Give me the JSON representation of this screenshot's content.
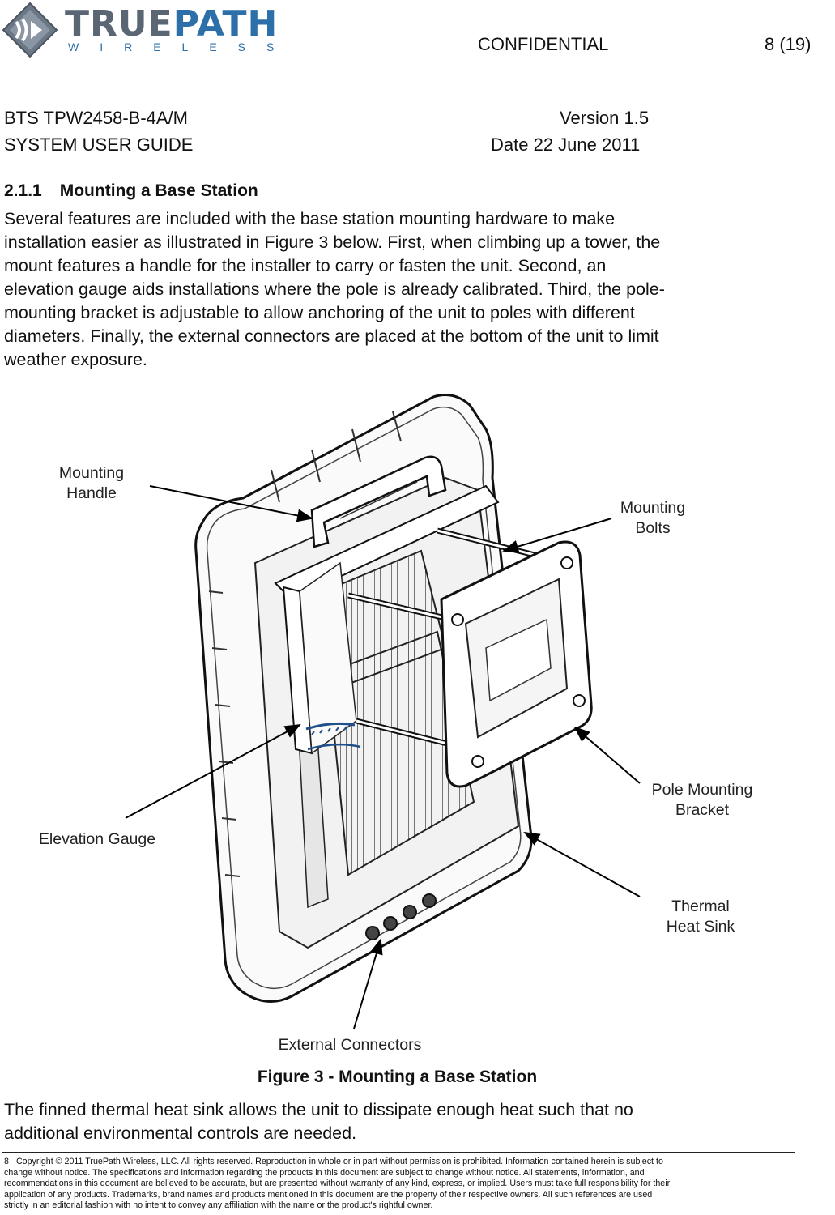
{
  "header": {
    "logo": {
      "main_a": "TRUE",
      "main_b": "PATH",
      "sub": "WIRELESS"
    },
    "confidential": "CONFIDENTIAL",
    "page": "8 (19)",
    "doc_id": "BTS TPW2458-B-4A/M",
    "doc_type": "SYSTEM USER GUIDE",
    "version": "Version 1.5",
    "date": "Date 22 June 2011"
  },
  "section": {
    "number": "2.1.1",
    "title": "Mounting a Base Station",
    "paragraph_lines": [
      "Several features are included with the base station mounting hardware to make",
      "installation easier as illustrated in Figure 3 below.  First, when climbing up a tower, the",
      "mount features a handle for the installer to carry or fasten the unit.  Second, an",
      "elevation gauge aids installations where the pole is already calibrated.  Third, the pole-",
      "mounting bracket is adjustable to allow anchoring of the unit to poles with different",
      "diameters.  Finally, the external connectors are placed at the bottom of the unit to limit",
      "weather exposure."
    ]
  },
  "figure": {
    "labels": {
      "mounting_handle": [
        "Mounting",
        "Handle"
      ],
      "mounting_bolts": [
        "Mounting",
        "Bolts"
      ],
      "pole_bracket": [
        "Pole Mounting",
        "Bracket"
      ],
      "elevation_gauge": "Elevation Gauge",
      "thermal_heat_sink": [
        "Thermal",
        "Heat Sink"
      ],
      "external_connectors": "External Connectors"
    },
    "caption": "Figure 3 - Mounting a Base Station"
  },
  "closing_lines": [
    "The finned thermal heat sink allows the unit to dissipate enough heat such that no",
    "additional environmental controls are needed."
  ],
  "footer": {
    "page_number": "8",
    "lines": [
      "Copyright © 2011 TruePath Wireless, LLC. All rights reserved. Reproduction in whole or in part without permission is prohibited. Information contained herein is subject to",
      "change without notice. The specifications and information regarding the products in this document are subject to change without notice. All statements, information, and",
      "recommendations in this document are believed to be accurate, but are presented without warranty of any kind, express, or implied. Users must take full responsibility for their",
      "application of any products. Trademarks, brand names and products mentioned in this document are the property of their respective owners. All such references are used",
      "strictly in an editorial fashion with no intent to convey any affiliation with the name or the product's rightful owner."
    ]
  },
  "colors": {
    "logo_dark": "#5a6673",
    "logo_blue": "#2d6fa8"
  }
}
